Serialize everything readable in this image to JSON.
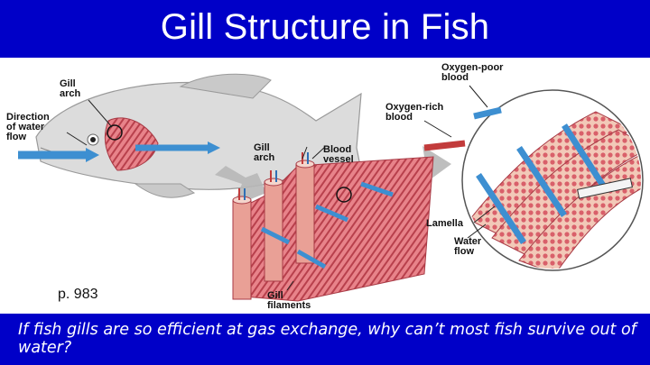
{
  "slide": {
    "title": "Gill Structure in Fish",
    "page_ref": "p. 983",
    "question": "If fish gills are so efficient at gas exchange, why can’t most fish survive out of water?"
  },
  "figure": {
    "labels": {
      "gill_arch_top": [
        "Gill",
        "arch"
      ],
      "direction": [
        "Direction",
        "of water",
        "flow"
      ],
      "gill_arch_mid": [
        "Gill",
        "arch"
      ],
      "blood_vessel": [
        "Blood",
        "vessel"
      ],
      "oxygen_poor": [
        "Oxygen-poor",
        "blood"
      ],
      "oxygen_rich": [
        "Oxygen-rich",
        "blood"
      ],
      "lamella": "Lamella",
      "water_flow": [
        "Water",
        "flow"
      ],
      "gill_filaments": [
        "Gill",
        "filaments"
      ]
    }
  },
  "colors": {
    "banner": "#0000c8",
    "water_arrow": "#3d8fd1",
    "gill_tissue": "#d9606a",
    "oxygen_rich": "#c23b3b",
    "oxygen_poor": "#2f6fb5"
  }
}
